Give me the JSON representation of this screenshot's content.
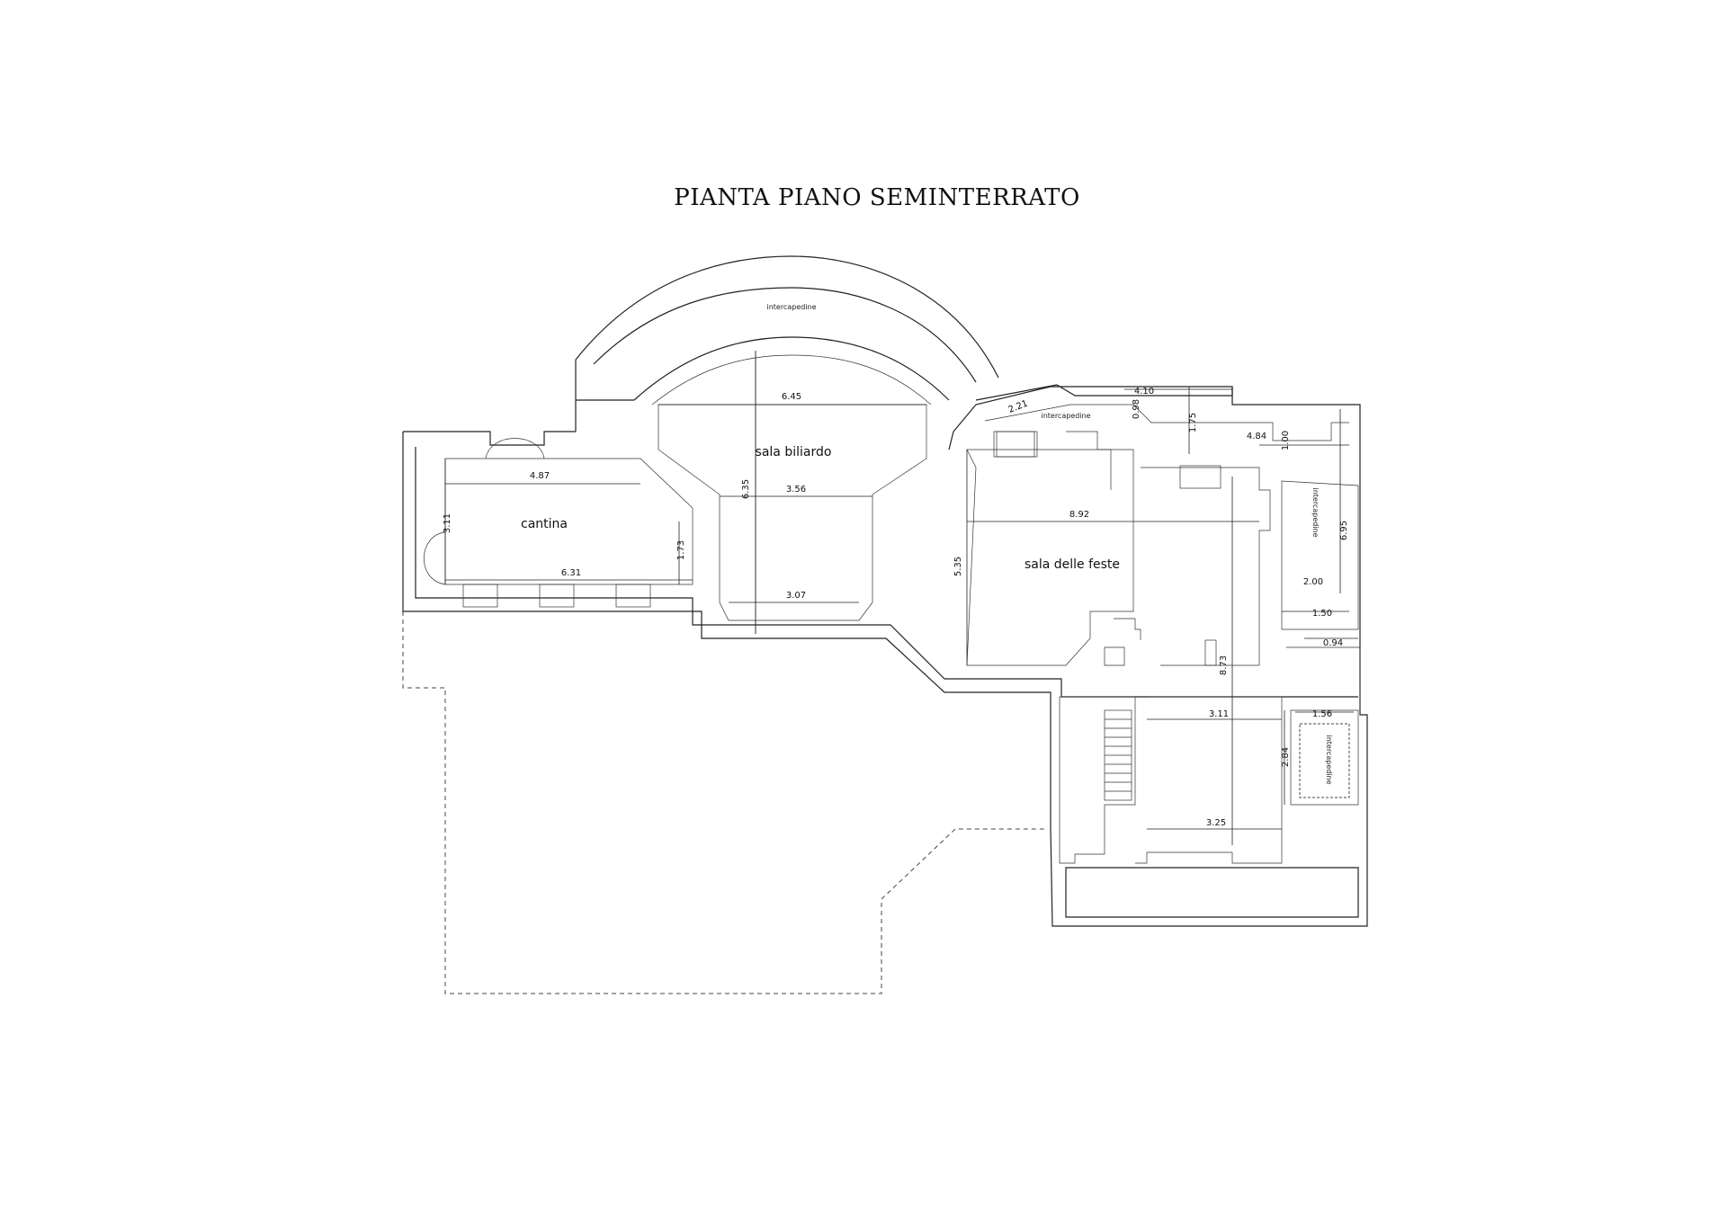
{
  "title": "PIANTA PIANO SEMINTERRATO",
  "rooms": {
    "cantina": "cantina",
    "sala_biliardo": "sala biliardo",
    "sala_feste": "sala delle feste"
  },
  "labels": {
    "intercapedine_top": "intercapedine",
    "intercapedine_mid": "intercapedine",
    "intercapedine_right": "intercapedine",
    "intercapedine_small": "intercapedine"
  },
  "dimensions": {
    "cantina_top": "4.87",
    "cantina_height": "3.11",
    "cantina_bottom": "6.31",
    "cantina_right": "1.73",
    "biliardo_top": "6.45",
    "biliardo_height": "6.35",
    "biliardo_mid": "3.56",
    "biliardo_bottom": "3.07",
    "wedge": "2.21",
    "top_right_a": "4.10",
    "top_right_b": "0.98",
    "top_right_c": "1.75",
    "top_right_d": "4.84",
    "top_right_e": "1.00",
    "feste_width": "8.92",
    "feste_height": "5.35",
    "feste_long": "8.73",
    "right_a": "6.95",
    "right_b": "2.00",
    "right_c": "1.50",
    "right_d": "0.94",
    "right_e": "1.56",
    "lower_a": "3.11",
    "lower_b": "2.84",
    "lower_c": "3.25"
  }
}
